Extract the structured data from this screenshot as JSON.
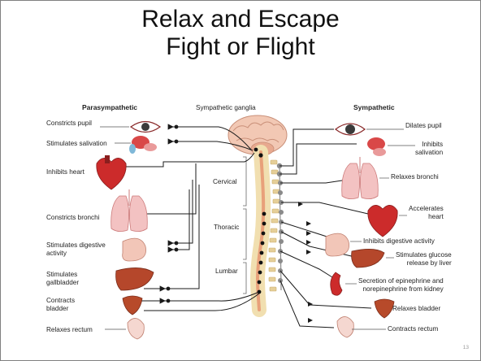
{
  "slide": {
    "title_line1": "Relax and Escape",
    "title_line2": "Fight or Flight",
    "page_number": "13"
  },
  "diagram": {
    "header_left": "Parasympathetic",
    "header_center": "Sympathetic ganglia",
    "header_right": "Sympathetic",
    "regions": [
      "Cervical",
      "Thoracic",
      "Lumbar"
    ],
    "left_labels": [
      "Constricts pupil",
      "Stimulates salivation",
      "Inhibits heart",
      "Constricts bronchi",
      "Stimulates digestive\nactivity",
      "Stimulates\ngallbladder",
      "Contracts\nbladder",
      "Relaxes rectum"
    ],
    "right_labels": [
      "Dilates pupil",
      "Inhibits\nsalivation",
      "Relaxes bronchi",
      "Accelerates\nheart",
      "Inhibits digestive activity",
      "Stimulates glucose\nrelease by liver",
      "Secretion of epinephrine and\nnorepinephrine from kidney",
      "Relaxes bladder",
      "Contracts rectum"
    ],
    "colors": {
      "nerve_line": "#1a1a1a",
      "spinal_cord": "#e8a07a",
      "vertebra": "#f1dfb0",
      "ganglion": "#8a8a8a",
      "organ_red": "#cc2b2b",
      "organ_pink": "#e9a3a3",
      "liver": "#b5472b",
      "bladder": "#b74a2a"
    }
  }
}
